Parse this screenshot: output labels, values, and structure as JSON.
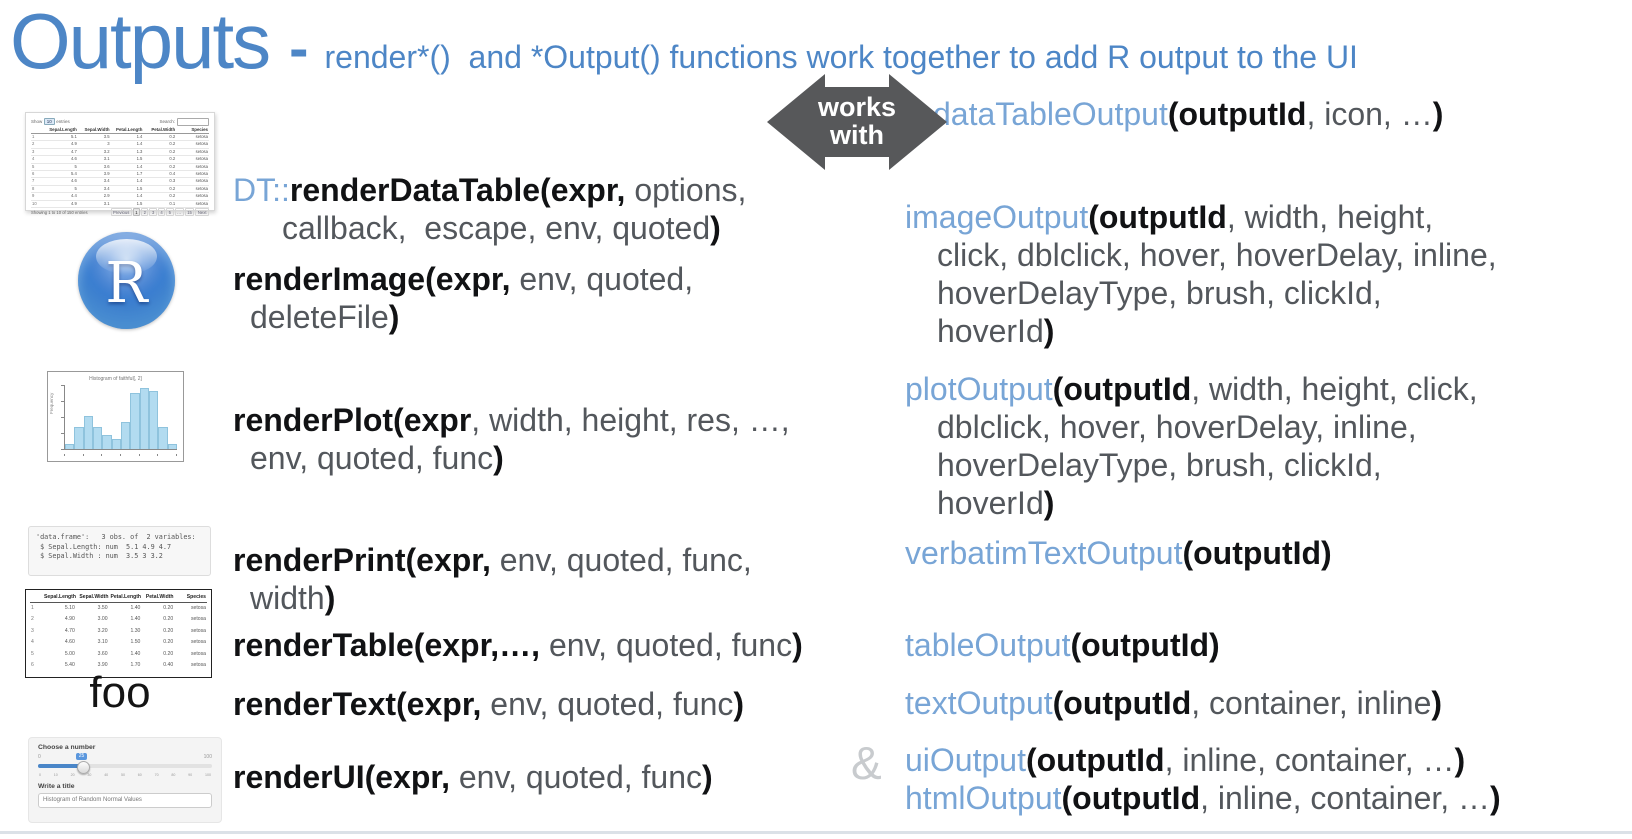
{
  "colors": {
    "title_blue": "#4d86c6",
    "function_blue": "#78a5d6",
    "code_black": "#111214",
    "code_gray": "#53575c",
    "arrow_gray": "#57585a",
    "ampersand_gray": "#c8cbce",
    "histogram_bar": "#b2dbf0"
  },
  "header": {
    "title": "Outputs",
    "dash": "-",
    "subtitle": "render*()  and *Output() functions work together to add R output to the UI"
  },
  "arrow": {
    "line1": "works",
    "line2": "with"
  },
  "ampersand": "&",
  "render_functions": {
    "dataTable": {
      "lines": [
        [
          [
            "b",
            "DT::"
          ],
          [
            "k",
            "renderDataTable(expr,"
          ],
          [
            "g",
            " options,"
          ]
        ],
        [
          [
            "g",
            "callback,  escape, env, quoted"
          ],
          [
            "k",
            ")"
          ]
        ]
      ]
    },
    "image": {
      "lines": [
        [
          [
            "k",
            "renderImage(expr,"
          ],
          [
            "g",
            " env, quoted,"
          ]
        ],
        [
          [
            "g",
            "deleteFile"
          ],
          [
            "k",
            ")"
          ]
        ]
      ]
    },
    "plot": {
      "lines": [
        [
          [
            "k",
            "renderPlot(expr"
          ],
          [
            "g",
            ", width, height, res, …,"
          ]
        ],
        [
          [
            "g",
            "env, quoted, func"
          ],
          [
            "k",
            ")"
          ]
        ]
      ]
    },
    "print": {
      "lines": [
        [
          [
            "k",
            "renderPrint(expr,"
          ],
          [
            "g",
            " env, quoted, func,"
          ]
        ],
        [
          [
            "g",
            "width"
          ],
          [
            "k",
            ")"
          ]
        ]
      ]
    },
    "table": {
      "lines": [
        [
          [
            "k",
            "renderTable(expr,…,"
          ],
          [
            "g",
            " env, quoted, func"
          ],
          [
            "k",
            ")"
          ]
        ]
      ]
    },
    "text": {
      "lines": [
        [
          [
            "k",
            "renderText(expr,"
          ],
          [
            "g",
            " env, quoted, func"
          ],
          [
            "k",
            ")"
          ]
        ]
      ]
    },
    "ui": {
      "lines": [
        [
          [
            "k",
            "renderUI(expr,"
          ],
          [
            "g",
            " env, quoted, func"
          ],
          [
            "k",
            ")"
          ]
        ]
      ]
    }
  },
  "output_functions": {
    "dataTable": {
      "lines": [
        [
          [
            "b",
            "dataTableOutput"
          ],
          [
            "k",
            "(outputId"
          ],
          [
            "g",
            ", icon, …"
          ],
          [
            "k",
            ")"
          ]
        ]
      ]
    },
    "image": {
      "lines": [
        [
          [
            "b",
            "imageOutput"
          ],
          [
            "k",
            "(outputId"
          ],
          [
            "g",
            ", width, height,"
          ]
        ],
        [
          [
            "g",
            "click, dblclick, hover, hoverDelay, inline,"
          ]
        ],
        [
          [
            "g",
            "hoverDelayType, brush, clickId,"
          ]
        ],
        [
          [
            "g",
            "hoverId"
          ],
          [
            "k",
            ")"
          ]
        ]
      ]
    },
    "plot": {
      "lines": [
        [
          [
            "b",
            "plotOutput"
          ],
          [
            "k",
            "(outputId"
          ],
          [
            "g",
            ", width, height, click,"
          ]
        ],
        [
          [
            "g",
            "dblclick, hover, hoverDelay, inline,"
          ]
        ],
        [
          [
            "g",
            "hoverDelayType, brush, clickId,"
          ]
        ],
        [
          [
            "g",
            "hoverId"
          ],
          [
            "k",
            ")"
          ]
        ]
      ]
    },
    "verbatim": {
      "lines": [
        [
          [
            "b",
            "verbatimTextOutput"
          ],
          [
            "k",
            "(outputId)"
          ]
        ]
      ]
    },
    "table": {
      "lines": [
        [
          [
            "b",
            "tableOutput"
          ],
          [
            "k",
            "(outputId)"
          ]
        ]
      ]
    },
    "text": {
      "lines": [
        [
          [
            "b",
            "textOutput"
          ],
          [
            "k",
            "(outputId"
          ],
          [
            "g",
            ", container, inline"
          ],
          [
            "k",
            ")"
          ]
        ]
      ]
    },
    "ui": {
      "lines": [
        [
          [
            "b",
            "uiOutput"
          ],
          [
            "k",
            "(outputId"
          ],
          [
            "g",
            ", inline, container, …"
          ],
          [
            "k",
            ")"
          ]
        ]
      ]
    },
    "html": {
      "lines": [
        [
          [
            "b",
            "htmlOutput"
          ],
          [
            "k",
            "(outputId"
          ],
          [
            "g",
            ", inline, container, …"
          ],
          [
            "k",
            ")"
          ]
        ]
      ]
    }
  },
  "thumbs": {
    "datatable": {
      "show_prefix": "Show",
      "show_value": "10",
      "show_suffix": "entries",
      "search_label": "Search:",
      "headers": [
        "",
        "Sepal.Length",
        "Sepal.Width",
        "Petal.Length",
        "Petal.Width",
        "Species"
      ],
      "rows": [
        [
          "1",
          "5.1",
          "3.5",
          "1.4",
          "0.2",
          "setosa"
        ],
        [
          "2",
          "4.9",
          "3",
          "1.4",
          "0.2",
          "setosa"
        ],
        [
          "3",
          "4.7",
          "3.2",
          "1.3",
          "0.2",
          "setosa"
        ],
        [
          "4",
          "4.6",
          "3.1",
          "1.5",
          "0.2",
          "setosa"
        ],
        [
          "5",
          "5",
          "3.6",
          "1.4",
          "0.2",
          "setosa"
        ],
        [
          "6",
          "5.4",
          "3.9",
          "1.7",
          "0.4",
          "setosa"
        ],
        [
          "7",
          "4.6",
          "3.4",
          "1.4",
          "0.3",
          "setosa"
        ],
        [
          "8",
          "5",
          "3.4",
          "1.5",
          "0.2",
          "setosa"
        ],
        [
          "9",
          "4.4",
          "2.9",
          "1.4",
          "0.2",
          "setosa"
        ],
        [
          "10",
          "4.9",
          "3.1",
          "1.5",
          "0.1",
          "setosa"
        ]
      ],
      "footer_info": "Showing 1 to 10 of 150 entries",
      "pagination": [
        "Previous",
        "1",
        "2",
        "3",
        "4",
        "5",
        "…",
        "15",
        "Next"
      ]
    },
    "r_logo": {
      "letter": "R"
    },
    "histogram": {
      "title": "Histogram of faithful[, 2]",
      "ylabel": "Frequency",
      "bars": [
        8,
        35,
        52,
        35,
        22,
        16,
        42,
        88,
        95,
        90,
        35,
        8
      ]
    },
    "console": {
      "lines": [
        "'data.frame':   3 obs. of  2 variables:",
        " $ Sepal.Length: num  5.1 4.9 4.7",
        " $ Sepal.Width : num  3.5 3 3.2"
      ]
    },
    "table": {
      "headers": [
        "",
        "Sepal.Length",
        "Sepal.Width",
        "Petal.Length",
        "Petal.Width",
        "Species"
      ],
      "rows": [
        [
          "1",
          "5.10",
          "3.50",
          "1.40",
          "0.20",
          "setosa"
        ],
        [
          "2",
          "4.90",
          "3.00",
          "1.40",
          "0.20",
          "setosa"
        ],
        [
          "3",
          "4.70",
          "3.20",
          "1.30",
          "0.20",
          "setosa"
        ],
        [
          "4",
          "4.60",
          "3.10",
          "1.50",
          "0.20",
          "setosa"
        ],
        [
          "5",
          "5.00",
          "3.60",
          "1.40",
          "0.20",
          "setosa"
        ],
        [
          "6",
          "5.40",
          "3.90",
          "1.70",
          "0.40",
          "setosa"
        ]
      ]
    },
    "foo": "foo",
    "ui_panel": {
      "slider_label": "Choose a number",
      "min": "0",
      "max": "100",
      "value": "25",
      "ticks": [
        "0",
        "10",
        "20",
        "30",
        "40",
        "50",
        "60",
        "70",
        "80",
        "90",
        "100"
      ],
      "input_label": "Write a title",
      "input_value": "Histogram of Random Normal Values"
    }
  }
}
